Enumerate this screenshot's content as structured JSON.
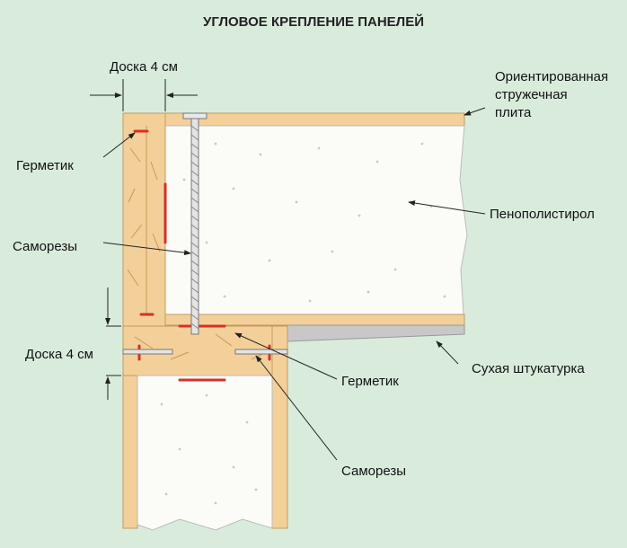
{
  "title": "УГЛОВОЕ КРЕПЛЕНИЕ ПАНЕЛЕЙ",
  "labels": {
    "board_top": "Доска 4 см",
    "board_bottom": "Доска 4 см",
    "osb": [
      "Ориентированная",
      "стружечная",
      "плита"
    ],
    "sealant_left": "Герметик",
    "sealant_bottom": "Герметик",
    "screws_left": "Саморезы",
    "screws_bottom": "Саморезы",
    "foam": "Пенополистирол",
    "drywall": "Сухая штукатурка"
  },
  "colors": {
    "background": "#d9ecdc",
    "wood": "#f3d09a",
    "wood_dark": "#c49a5a",
    "foam": "#fbfbf7",
    "sealant": "#d6302a",
    "drywall": "#c8c8c8"
  }
}
